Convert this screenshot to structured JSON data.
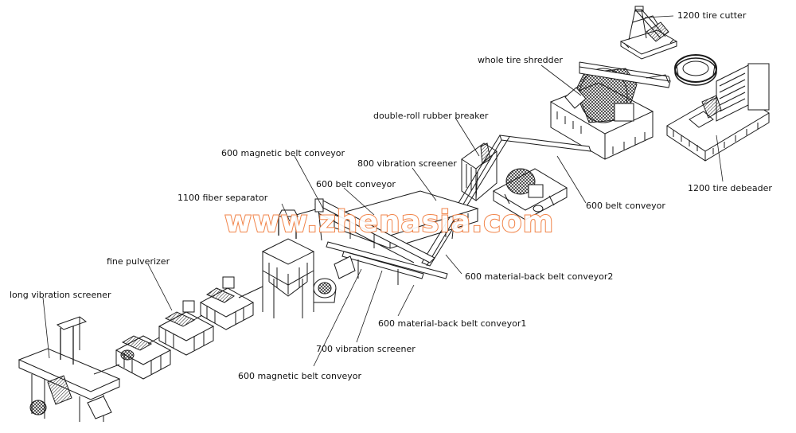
{
  "watermark": "www.zhenasia.com",
  "colors": {
    "line": "#1a1a1a",
    "watermark": "#f07a3a"
  },
  "labels": {
    "tire_cutter": "1200 tire cutter",
    "whole_tire_shredder": "whole tire shredder",
    "double_roll_breaker": "double-roll rubber breaker",
    "tire_debeader": "1200 tire debeader",
    "magnetic_conveyor_top": "600 magnetic belt conveyor",
    "vibration_screener_800": "800 vibration screener",
    "belt_conveyor_left": "600 belt conveyor",
    "belt_conveyor_right": "600 belt conveyor",
    "fiber_separator": "1100 fiber separator",
    "material_back_2": "600 material-back belt conveyor2",
    "fine_pulverizer": "fine pulverizer",
    "long_vibration_screener": "long vibration screener",
    "material_back_1": "600 material-back belt conveyor1",
    "vibration_screener_700": "700 vibration screener",
    "magnetic_conveyor_bottom": "600 magnetic belt conveyor"
  }
}
